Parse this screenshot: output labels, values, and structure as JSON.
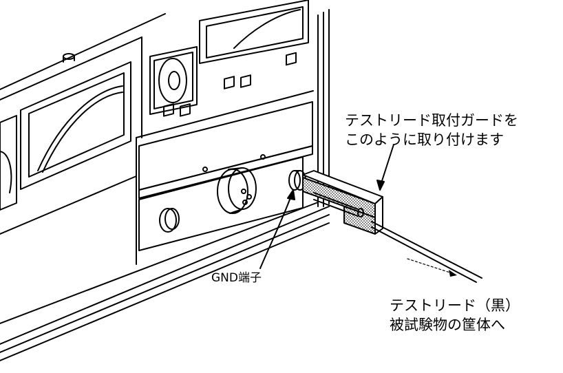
{
  "labels": {
    "guard": {
      "line1": "テストリード取付ガードを",
      "line2": "このように取り付けます"
    },
    "gnd": "GND端子",
    "lead": {
      "line1": "テストリード（黒）",
      "line2": "被試験物の筐体へ"
    }
  },
  "colors": {
    "ink": "#000000",
    "paper": "#ffffff",
    "hatch": "#555555"
  }
}
